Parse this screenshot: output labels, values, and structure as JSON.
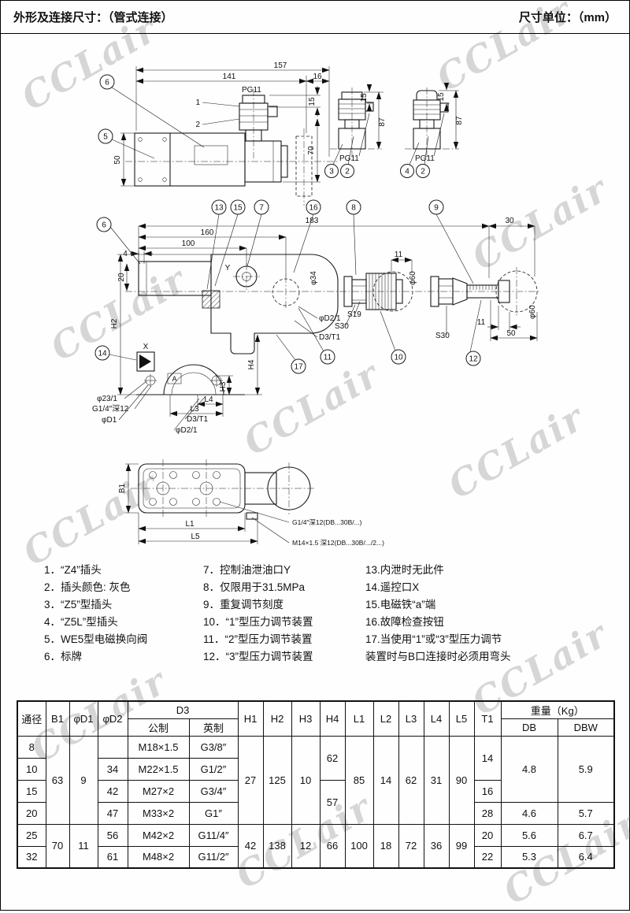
{
  "page": {
    "title_left": "外形及连接尺寸：（管式连接）",
    "title_right": "尺寸单位：（mm）",
    "watermark": "CCLair"
  },
  "d1": {
    "callout_6": "6",
    "callout_5": "5",
    "lead_1": "1",
    "lead_2": "2",
    "callout_3": "3",
    "callout_2b": "2",
    "callout_4": "4",
    "callout_2c": "2",
    "dim_157": "157",
    "dim_141": "141",
    "dim_16": "16",
    "dim_15a": "15",
    "dim_15b": "15",
    "dim_15c": "15",
    "dim_50": "50",
    "dim_70": "70",
    "dim_87a": "87",
    "dim_87b": "87",
    "pg11_a": "PG11",
    "pg11_b": "PG11",
    "pg11_c": "PG11"
  },
  "d2": {
    "callout_6": "6",
    "callout_13": "13",
    "callout_15": "15",
    "callout_7": "7",
    "callout_16": "16",
    "callout_8": "8",
    "callout_9": "9",
    "callout_14": "14",
    "callout_17": "17",
    "callout_11": "11",
    "callout_10": "10",
    "callout_12": "12",
    "dim_183": "183",
    "dim_160": "160",
    "dim_100": "100",
    "dim_4": "4",
    "dim_20": "20",
    "dim_30": "30",
    "dim_11a": "11",
    "dim_11b": "11",
    "dim_50": "50",
    "dim_h2": "H2",
    "dim_h3": "H3",
    "dim_h4": "H4",
    "dim_l3": "L3",
    "dim_l4": "L4",
    "phi_60a": "φ60",
    "phi_60b": "φ60",
    "phi_34": "φ34",
    "phi_23": "φ23/1",
    "g14_note": "G1/4″深12",
    "phi_d1": "φD1",
    "phi_d2a": "φD2/1",
    "d3t1_a": "D3/T1",
    "phi_d2b": "φD2/1",
    "d3t1_b": "D3/T1",
    "s19": "S19",
    "s30a": "S30",
    "s30b": "S30",
    "port_x": "X",
    "port_y": "Y",
    "port_a": "A"
  },
  "d3": {
    "dim_b1": "B1",
    "dim_l1": "L1",
    "dim_l5": "L5",
    "note1": "G1/4″深12(DB...30B/...)",
    "note2": "M14×1.5 深12(DB...30B/.../2...)"
  },
  "legend": {
    "col1": [
      "1．“Z4”插头",
      "2．插头颜色: 灰色",
      "3．“Z5”型插头",
      "4．“Z5L”型插头",
      "5．WE5型电磁换向阀",
      "6．标牌"
    ],
    "col2": [
      "7．控制油泄油口Y",
      "8．仅限用于31.5MPa",
      "9．重复调节刻度",
      "10．“1”型压力调节装置",
      "11．“2”型压力调节装置",
      "12．“3”型压力调节装置"
    ],
    "col3": [
      "13.内泄时无此件",
      "14.遥控口X",
      "15.电磁铁“a”端",
      "16.故障检查按钮",
      "17.当使用“1”或“3”型压力调节",
      "装置时与B口连接时必须用弯头"
    ]
  },
  "table": {
    "h_tongjing": "通径",
    "h_b1": "B1",
    "h_d1": "φD1",
    "h_d2": "φD2",
    "h_d3": "D3",
    "h_metric": "公制",
    "h_imperial": "英制",
    "h_h1": "H1",
    "h_h2": "H2",
    "h_h3": "H3",
    "h_h4": "H4",
    "h_l1": "L1",
    "h_l2": "L2",
    "h_l3": "L3",
    "h_l4": "L4",
    "h_l5": "L5",
    "h_t1": "T1",
    "h_weight": "重量（Kg）",
    "h_db": "DB",
    "h_dbw": "DBW",
    "dn": [
      "8",
      "10",
      "15",
      "20",
      "25",
      "32"
    ],
    "b1": [
      "63",
      "70"
    ],
    "d1": [
      "9",
      "11"
    ],
    "d2": [
      "34",
      "42",
      "47",
      "56",
      "61"
    ],
    "metric": [
      "M18×1.5",
      "M22×1.5",
      "M27×2",
      "M33×2",
      "M42×2",
      "M48×2"
    ],
    "imperial": [
      "G3/8″",
      "G1/2″",
      "G3/4″",
      "G1″",
      "G11/4″",
      "G11/2″"
    ],
    "h1": [
      "27",
      "42"
    ],
    "h2": [
      "125",
      "138"
    ],
    "h3": [
      "10",
      "12"
    ],
    "h4": [
      "62",
      "57",
      "66"
    ],
    "l1": [
      "85",
      "100"
    ],
    "l2": [
      "14",
      "18"
    ],
    "l3": [
      "62",
      "72"
    ],
    "l4": [
      "31",
      "36"
    ],
    "l5": [
      "90",
      "99"
    ],
    "t1": [
      "14",
      "16",
      "28",
      "20",
      "22"
    ],
    "db": [
      "4.8",
      "4.6",
      "5.6",
      "5.3"
    ],
    "dbw": [
      "5.9",
      "5.7",
      "6.7",
      "6.4"
    ]
  }
}
